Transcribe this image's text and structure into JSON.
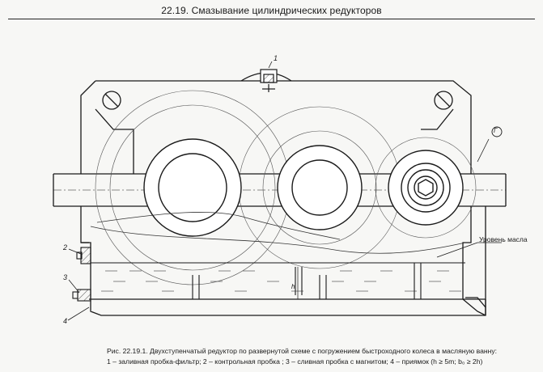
{
  "header": {
    "title": "22.19. Смазывание цилиндрических редукторов"
  },
  "figure": {
    "callouts": [
      "1",
      "2",
      "3",
      "4"
    ],
    "oil_level_label": "Уровень масла",
    "section_mark": "Г",
    "dimension_h": "h"
  },
  "caption": {
    "line1": "Рис. 22.19.1. Двухступенчатый редуктор по развернутой схеме с погружением быстроходного колеса в масляную ванну:",
    "line2": "1 – заливная пробка-фильтр; 2 – контрольная пробка ; 3 – сливная пробка с магнитом; 4 – приямок (h ≥ 5m; b₀ ≥ 2h)"
  }
}
